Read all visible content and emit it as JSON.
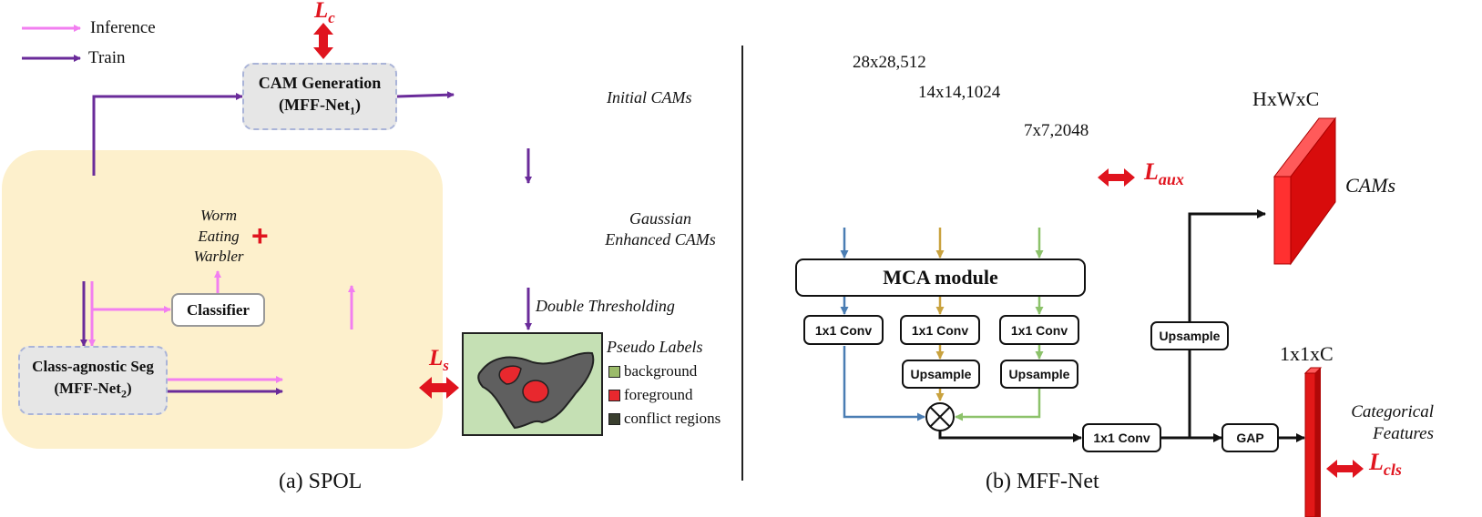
{
  "legend": {
    "inference": "Inference",
    "train": "Train"
  },
  "spol": {
    "cam_generation_line1": "CAM Generation",
    "cam_generation_line2": "(MFF-Net",
    "cam_generation_sub": "1",
    "classifier": "Classifier",
    "seg_line1": "Class-agnostic Seg",
    "seg_line2": "(MFF-Net",
    "seg_sub": "2",
    "class_name": [
      "Worm",
      "Eating",
      "Warbler"
    ],
    "plus": "+",
    "loss_c_main": "L",
    "loss_c_sub": "c",
    "loss_s_main": "L",
    "loss_s_sub": "s",
    "initial_cams": "Initial CAMs",
    "gaussian_line1": "Gaussian",
    "gaussian_line2": "Enhanced CAMs",
    "double_thresholding": "Double Thresholding",
    "pseudo_labels": "Pseudo Labels",
    "legend_items": [
      {
        "label": "background",
        "color": "#9bbb6a"
      },
      {
        "label": "foreground",
        "color": "#e8282e"
      },
      {
        "label": "conflict regions",
        "color": "#3a3f2f"
      }
    ],
    "caption": "(a) SPOL"
  },
  "mff": {
    "feat1": "28x28,512",
    "feat2": "14x14,1024",
    "feat3": "7x7,2048",
    "loss_aux_main": "L",
    "loss_aux_sub": "aux",
    "mca_module": "MCA module",
    "conv1": "1x1 Conv",
    "conv2": "1x1 Conv",
    "conv3": "1x1 Conv",
    "upsample2": "Upsample",
    "upsample3": "Upsample",
    "conv_out": "1x1 Conv",
    "upsample_top": "Upsample",
    "gap": "GAP",
    "hwc": "HxWxC",
    "cams": "CAMs",
    "one_one_c": "1x1xC",
    "categorical_line1": "Categorical",
    "categorical_line2": "Features",
    "loss_cls_main": "L",
    "loss_cls_sub": "cls",
    "caption": "(b) MFF-Net"
  },
  "colors": {
    "inference": "#f27ff0",
    "train": "#6a2b9a",
    "yellow_bg": "#fdf0cc",
    "loss_red": "#e0141e",
    "blue": "#4a7db3",
    "gold": "#c9a23e",
    "green": "#8cc26a"
  }
}
